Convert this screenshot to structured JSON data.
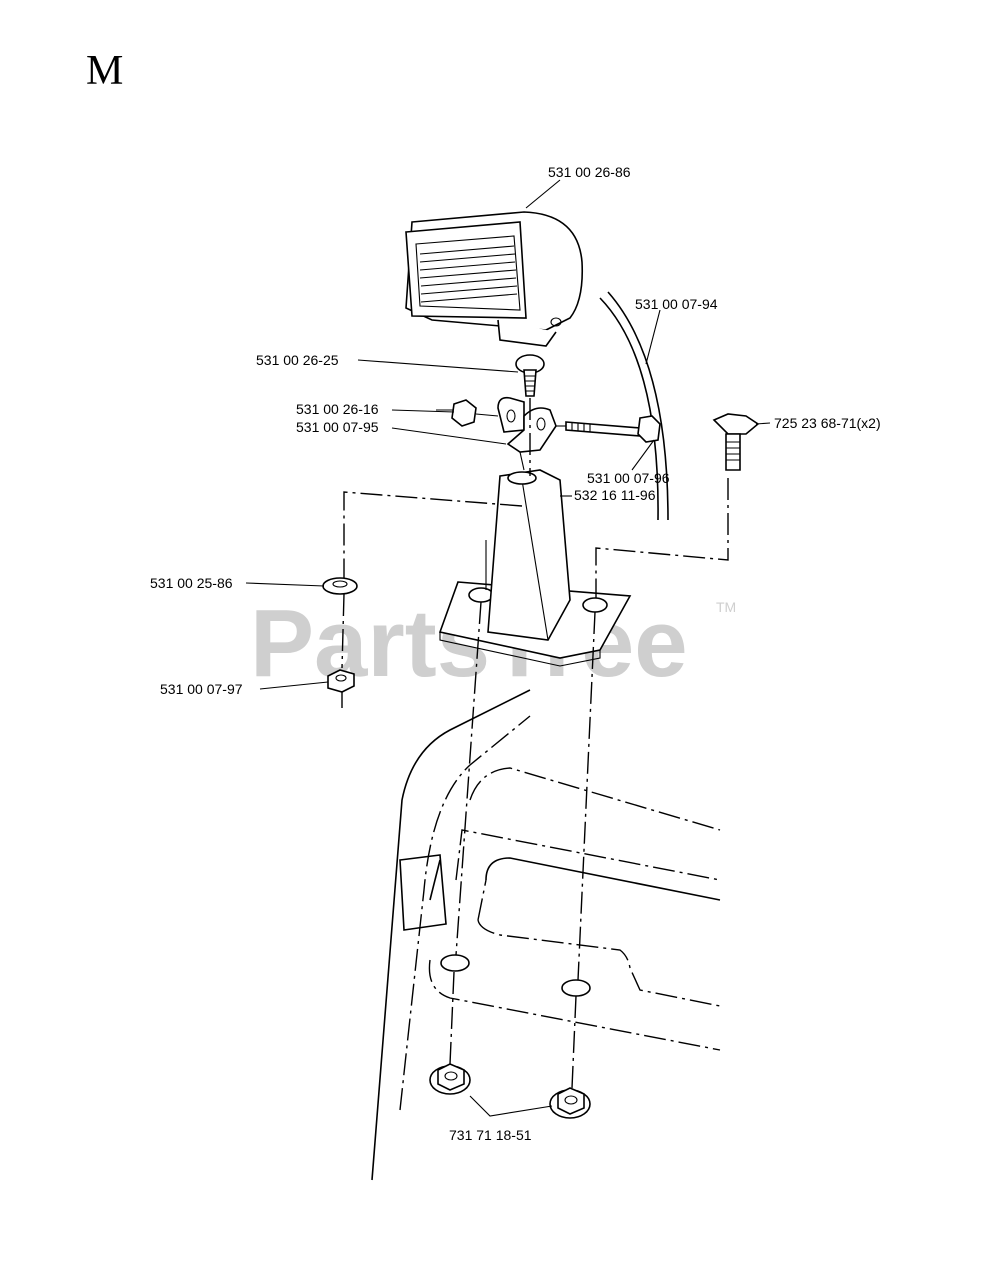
{
  "section_letter": "M",
  "watermark": {
    "text": "PartsTree",
    "tm": "TM"
  },
  "parts": [
    {
      "id": "lamp",
      "number": "531 00 26-86"
    },
    {
      "id": "cable",
      "number": "531 00 07-94"
    },
    {
      "id": "carriage-bolt",
      "number": "531 00 26-25"
    },
    {
      "id": "knob-nut",
      "number": "531 00 26-16"
    },
    {
      "id": "bracket",
      "number": "531 00 07-95"
    },
    {
      "id": "hex-bolt-top",
      "number": "725 23 68-71(x2)"
    },
    {
      "id": "pivot-bolt",
      "number": "531 00 07-96"
    },
    {
      "id": "stand",
      "number": "532 16 11-96"
    },
    {
      "id": "lock-washer",
      "number": "531 00 25-86"
    },
    {
      "id": "lock-nut",
      "number": "531 00 07-97"
    },
    {
      "id": "flange-nut",
      "number": "731 71 18-51"
    }
  ]
}
